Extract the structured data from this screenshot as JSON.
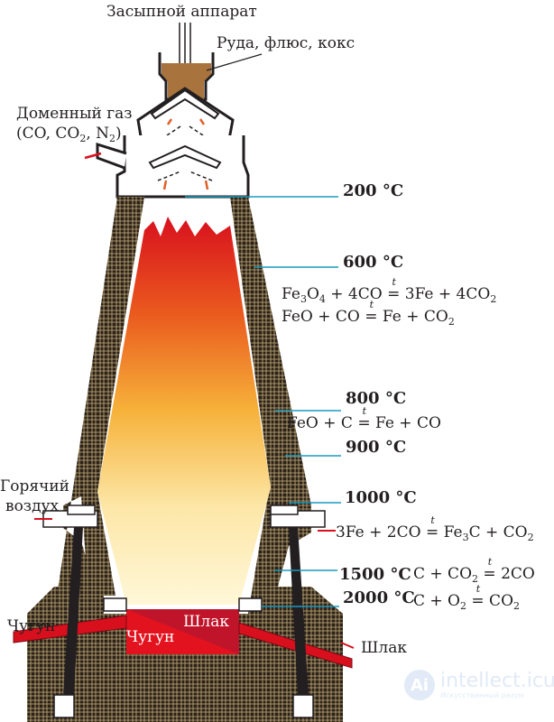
{
  "labels": {
    "charging_device": "Засыпной аппарат",
    "charge": "Руда, флюс, кокс",
    "blast_gas": "Доменный газ",
    "blast_gas_composition": [
      "(CO, CO",
      "2",
      ", N",
      "2",
      ")"
    ],
    "hot_air_1": "Горячий",
    "hot_air_2": "воздух",
    "iron_out": "Чугун",
    "slag_out": "Шлак",
    "slag_inside": "Шлак",
    "iron_inside": "Чугун"
  },
  "temperatures": [
    "200 °C",
    "600 °C",
    "800 °C",
    "900 °C",
    "1000 °C",
    "1500 °C",
    "2000 °C"
  ],
  "reactions": {
    "r1": {
      "left": [
        "Fe",
        "3",
        "O",
        "4",
        " + 4CO "
      ],
      "sign": "=",
      "t": "t",
      "right": [
        " 3Fe + 4CO",
        "2"
      ]
    },
    "r2": {
      "left": "FeO + CO ",
      "sign": "=",
      "t": "t",
      "right": [
        " Fe + CO",
        "2"
      ]
    },
    "r3": {
      "left": "FeO + C ",
      "sign": "=",
      "t": "t",
      "right": " Fe + CO"
    },
    "r4": {
      "left": "3Fe + 2CO ",
      "sign": "=",
      "t": "t",
      "right": [
        " Fe",
        "3",
        "C + CO",
        "2"
      ]
    },
    "r5": {
      "left": [
        "C + CO",
        "2",
        " "
      ],
      "sign": "=",
      "t": "t",
      "right": " 2CO"
    },
    "r6": {
      "left": [
        "C + O",
        "2",
        " "
      ],
      "sign": "=",
      "t": "t",
      "right": [
        " CO",
        "2"
      ]
    }
  },
  "watermark": {
    "name": "intellect.icu",
    "tagline": "Искусственный разум",
    "logo": "Ai"
  },
  "colors": {
    "brick": "#2b2119",
    "grout": "#c9b27a",
    "ore": "#a8733c",
    "leader": "#1a9ac0",
    "molten": "#d8101e",
    "arrow": "#e0602a"
  }
}
